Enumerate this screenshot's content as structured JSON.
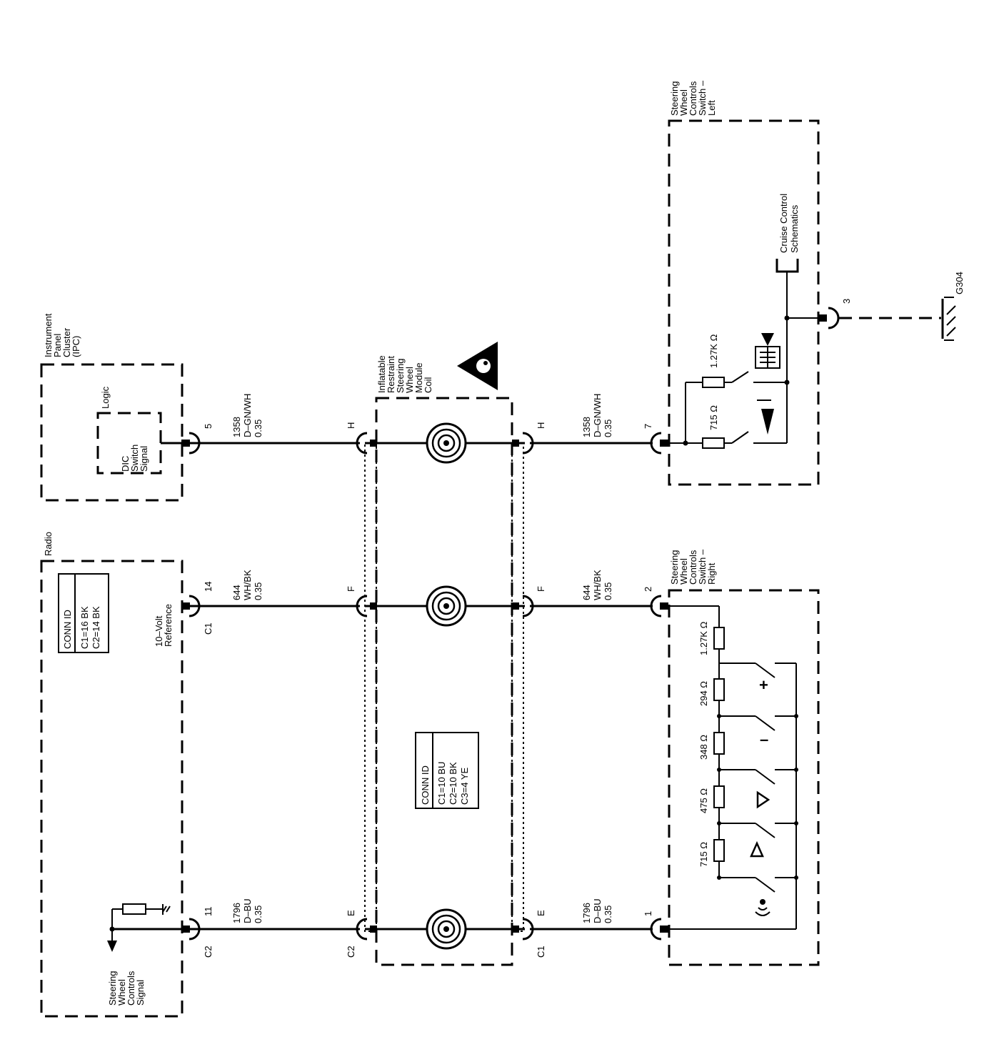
{
  "modules": {
    "ipc": [
      "Instrument",
      "Panel",
      "Cluster",
      "(IPC)"
    ],
    "ipc_logic": "Logic",
    "ipc_signal": [
      "DIC",
      "Switch",
      "Signal"
    ],
    "radio": "Radio",
    "radio_ref": [
      "10–Volt",
      "Reference"
    ],
    "radio_signal": [
      "Steering",
      "Wheel",
      "Controls",
      "Signal"
    ],
    "coil": [
      "Inflatable",
      "Restraint",
      "Steering",
      "Wheel",
      "Module",
      "Coil"
    ],
    "switch_left": [
      "Steering",
      "Wheel",
      "Controls",
      "Switch –",
      "Left"
    ],
    "switch_right": [
      "Steering",
      "Wheel",
      "Controls",
      "Switch –",
      "Right"
    ],
    "cruise": [
      "Cruise Control",
      "Schematics"
    ],
    "ground": "G304"
  },
  "conn_radio": {
    "title": "CONN ID",
    "lines": [
      "C1=16 BK",
      "C2=14 BK"
    ]
  },
  "conn_coil": {
    "title": "CONN ID",
    "lines": [
      "C1=10 BU",
      "C2=10 BK",
      "C3=4 YE"
    ]
  },
  "circuits": {
    "top": [
      "1358",
      "D–GN/WH",
      "0.35"
    ],
    "mid": [
      "644",
      "WH/BK",
      "0.35"
    ],
    "bot": [
      "1796",
      "D–BU",
      "0.35"
    ]
  },
  "pins": {
    "ipc": "5",
    "radio_mid": "14",
    "radio_bot": "11",
    "coil_in_top": "H",
    "coil_in_mid": "F",
    "coil_in_bot": "E",
    "coil_out_top": "H",
    "coil_out_mid": "F",
    "coil_out_bot": "E",
    "left_in": "7",
    "left_gnd": "3",
    "right_mid": "2",
    "right_bot": "1"
  },
  "connectors": {
    "radio_mid": "C1",
    "radio_bot": "C2",
    "coil_in_bot": "C2",
    "coil_out_bot": "C1"
  },
  "resistors_left": [
    "1.27K Ω",
    "715 Ω"
  ],
  "resistors_right": [
    "1.27K Ω",
    "294 Ω",
    "348 Ω",
    "475 Ω",
    "715 Ω"
  ],
  "switch_symbols": [
    "+",
    "–"
  ]
}
